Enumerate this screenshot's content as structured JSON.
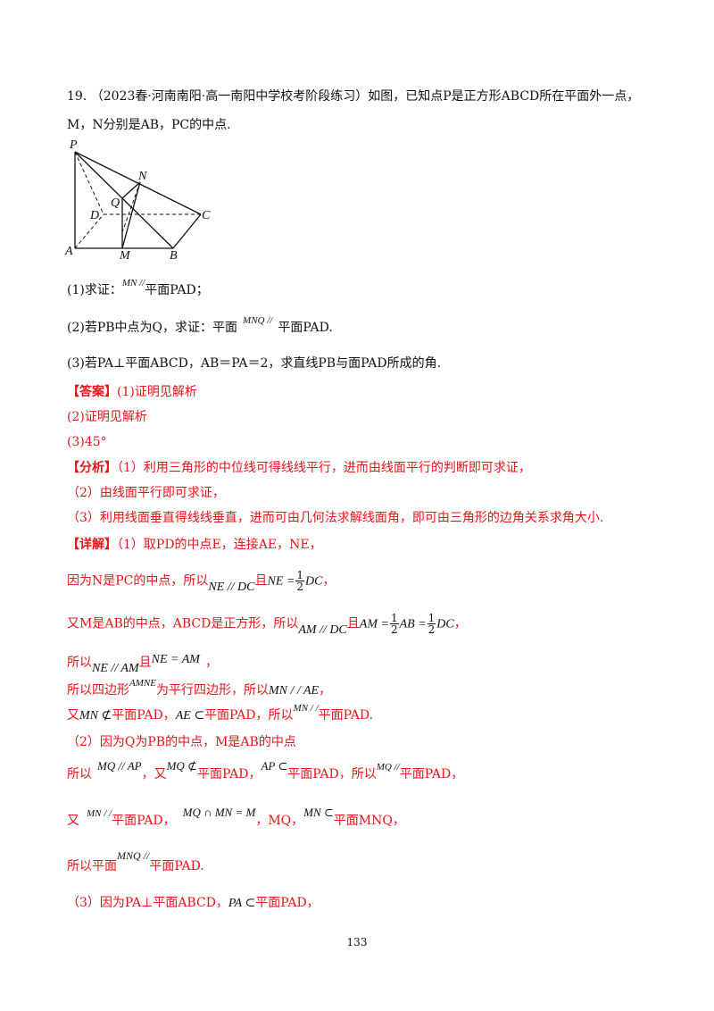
{
  "question": {
    "number": "19.",
    "source": "（2023春·河南南阳·高一南阳中学校考阶段练习）",
    "stem_line1": "如图，已知点P是正方形ABCD所在平面外一点，",
    "stem_line2": "M，N分别是AB，PC的中点.",
    "figure_labels": {
      "P": "P",
      "N": "N",
      "Q": "Q",
      "D": "D",
      "C": "C",
      "A": "A",
      "M": "M",
      "B": "B"
    },
    "part1": {
      "prefix": "(1)求证：",
      "math": "MN //",
      "suffix": "平面PAD；"
    },
    "part2": {
      "prefix": "(2)若PB中点为Q，求证：平面",
      "math": "MNQ //",
      "suffix": "平面PAD."
    },
    "part3": "(3)若PA⊥平面ABCD，AB＝PA＝2，求直线PB与面PAD所成的角."
  },
  "answer": {
    "tag": "【答案】",
    "a1": "(1)证明见解析",
    "a2": "(2)证明见解析",
    "a3": "(3)45°"
  },
  "analysis": {
    "tag": "【分析】",
    "l1": "（1）利用三角形的中位线可得线线平行，进而由线面平行的判断即可求证，",
    "l2": "（2）由线面平行即可求证，",
    "l3": "（3）利用线面垂直得线线垂直，进而可由几何法求解线面角，即可由三角形的边角关系求角大小."
  },
  "detail": {
    "tag": "【详解】",
    "d1": "（1）取PD的中点E，连接AE，NE，",
    "d2_a": "因为N是PC的中点，所以",
    "d2_m1": "NE // DC",
    "d2_b": "且",
    "d2_m2": "NE =",
    "d2_frac_num": "1",
    "d2_frac_den": "2",
    "d2_m3": "DC",
    "d2_c": "，",
    "d3_a": "又M是AB的中点，ABCD是正方形，所以",
    "d3_m1": "AM // DC",
    "d3_b": "且",
    "d3_m2": "AM =",
    "d3_m3": "AB =",
    "d3_m4": "DC",
    "d3_c": "，",
    "d4_a": "所以",
    "d4_m1": "NE // AM",
    "d4_b": "且",
    "d4_m2": "NE = AM",
    "d4_c": "，",
    "d5_a": "所以四边形",
    "d5_m1": "AMNE",
    "d5_b": "为平行四边形，所以",
    "d5_m2": "MN / / AE",
    "d5_c": "，",
    "d6_a": "又",
    "d6_m1": "MN ⊄",
    "d6_b": "平面PAD，",
    "d6_m2": "AE ⊂",
    "d6_c": "平面PAD，所以",
    "d6_m3": "MN / /",
    "d6_d": "平面PAD.",
    "d7": "（2）因为Q为PB的中点，M是AB的中点",
    "d8_a": "所以",
    "d8_m1": "MQ // AP",
    "d8_b": "，又",
    "d8_m2": "MQ ⊄",
    "d8_c": "平面PAD，",
    "d8_m3": "AP ⊂",
    "d8_d": "平面PAD，所以",
    "d8_m4": "MQ //",
    "d8_e": "平面PAD，",
    "d9_a": "又",
    "d9_m1": "MN / /",
    "d9_b": "平面PAD，",
    "d9_m2": "MQ ∩ MN = M",
    "d9_c": "，MQ，",
    "d9_m3": "MN ⊂",
    "d9_d": "平面MNQ，",
    "d10_a": "所以平面",
    "d10_m1": "MNQ //",
    "d10_b": "平面PAD.",
    "d11_a": "（3）因为PA⊥平面ABCD，",
    "d11_m1": "PA ⊂",
    "d11_b": "平面PAD，"
  },
  "page_number": "133"
}
